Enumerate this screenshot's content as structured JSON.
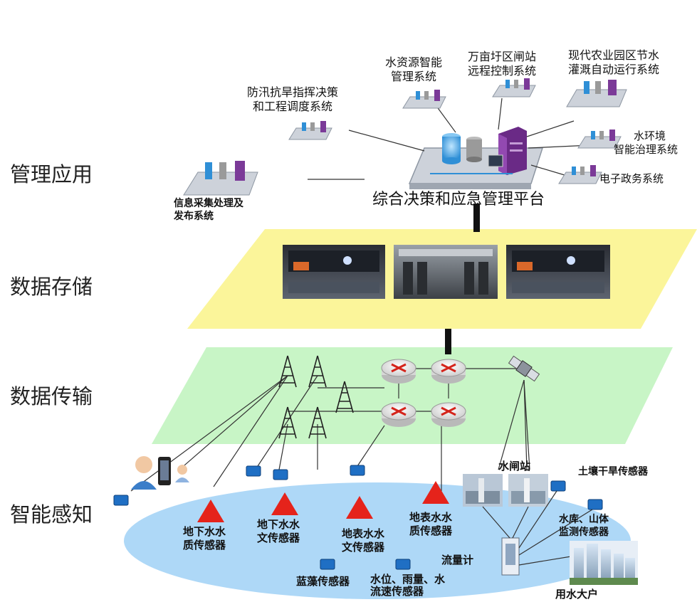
{
  "layers": {
    "management": "管理应用",
    "storage": "数据存储",
    "transmission": "数据传输",
    "perception": "智能感知"
  },
  "platform": {
    "title": "综合决策和应急管理平台"
  },
  "systems": {
    "flood": [
      "防汛抗旱指挥决策",
      "和工程调度系统"
    ],
    "water_resource": [
      "水资源智能",
      "管理系统"
    ],
    "sluice_remote": [
      "万亩圩区闸站",
      "远程控制系统"
    ],
    "agri_irrigation": [
      "现代农业园区节水",
      "灌溉自动运行系统"
    ],
    "water_env": [
      "水环境",
      "智能治理系统"
    ],
    "egov": "电子政务系统",
    "info_collect": [
      "信息采集处理及",
      "发布系统"
    ]
  },
  "sensors": {
    "gw_quality": [
      "地下水水",
      "质传感器"
    ],
    "gw_hydro": [
      "地下水水",
      "文传感器"
    ],
    "sw_hydro": [
      "地表水水",
      "文传感器"
    ],
    "sw_quality": [
      "地表水水",
      "质传感器"
    ],
    "sluice_station": "水闸站",
    "soil_drought": "土壤干旱传感器",
    "reservoir_mountain": [
      "水库、山体",
      "监测传感器"
    ],
    "flow_meter": "流量计",
    "algae": "蓝藻传感器",
    "level_rain_flow": [
      "水位、雨量、水",
      "流速传感器"
    ],
    "big_user": "用水大户"
  },
  "colors": {
    "storage_plane": "#fbf59a",
    "transmission_plane": "#c8f5c6",
    "perception_ellipse": "#aed8f7",
    "sensor_triangle": "#e5231b",
    "device_blue": "#1f6fc4"
  }
}
